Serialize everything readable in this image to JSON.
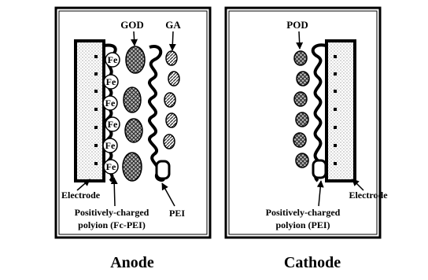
{
  "anode": {
    "title": "Anode",
    "enzyme_label": "GOD",
    "crosslinker_label": "GA",
    "electrode_label": "Electrode",
    "polyion_label_line1": "Positively-charged",
    "polyion_label_line2": "polyion (Fc-PEI)",
    "pei_label": "PEI",
    "mediator_label": "Fe"
  },
  "cathode": {
    "title": "Cathode",
    "enzyme_label": "POD",
    "electrode_label": "Electrode",
    "polyion_label_line1": "Positively-charged",
    "polyion_label_line2": "polyion (PEI)"
  }
}
